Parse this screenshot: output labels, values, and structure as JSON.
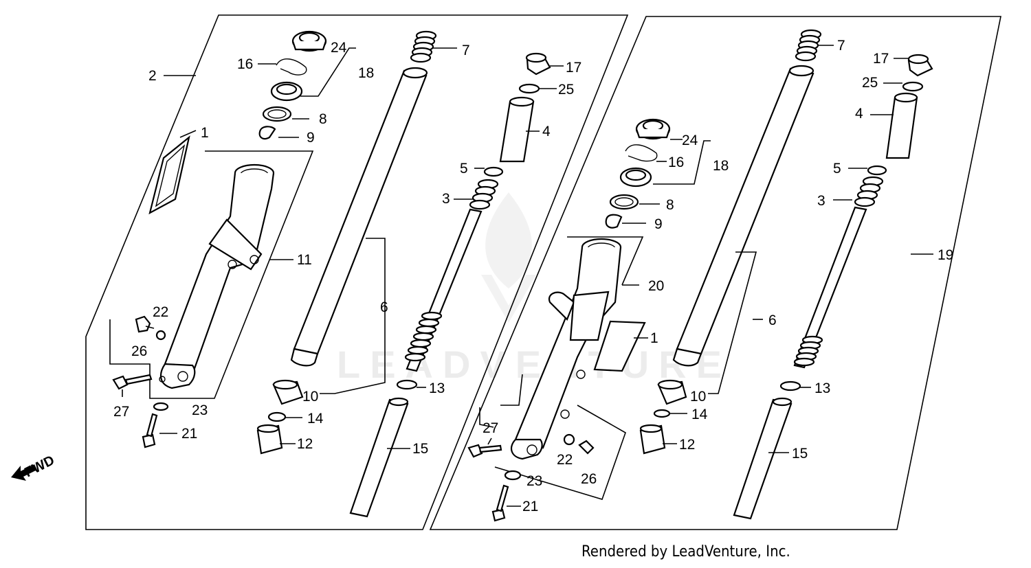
{
  "diagram": {
    "watermark": "LEADVENTURE",
    "fwd_label": "FWD",
    "credit": "Rendered by LeadVenture, Inc.",
    "callouts_left": {
      "c2": "2",
      "c1": "1",
      "c16": "16",
      "c24": "24",
      "c18": "18",
      "c8": "8",
      "c9": "9",
      "c7": "7",
      "c17": "17",
      "c25": "25",
      "c4": "4",
      "c5": "5",
      "c3": "3",
      "c11": "11",
      "c6": "6",
      "c22": "22",
      "c26": "26",
      "c27": "27",
      "c23": "23",
      "c21": "21",
      "c10": "10",
      "c14": "14",
      "c12": "12",
      "c13": "13",
      "c15": "15"
    },
    "callouts_right": {
      "c7": "7",
      "c17": "17",
      "c25": "25",
      "c4": "4",
      "c24": "24",
      "c16": "16",
      "c18": "18",
      "c5": "5",
      "c3": "3",
      "c8": "8",
      "c9": "9",
      "c19": "19",
      "c20": "20",
      "c6": "6",
      "c1": "1",
      "c10": "10",
      "c13": "13",
      "c14": "14",
      "c12": "12",
      "c15": "15",
      "c27": "27",
      "c22": "22",
      "c26": "26",
      "c23": "23",
      "c21": "21"
    }
  }
}
